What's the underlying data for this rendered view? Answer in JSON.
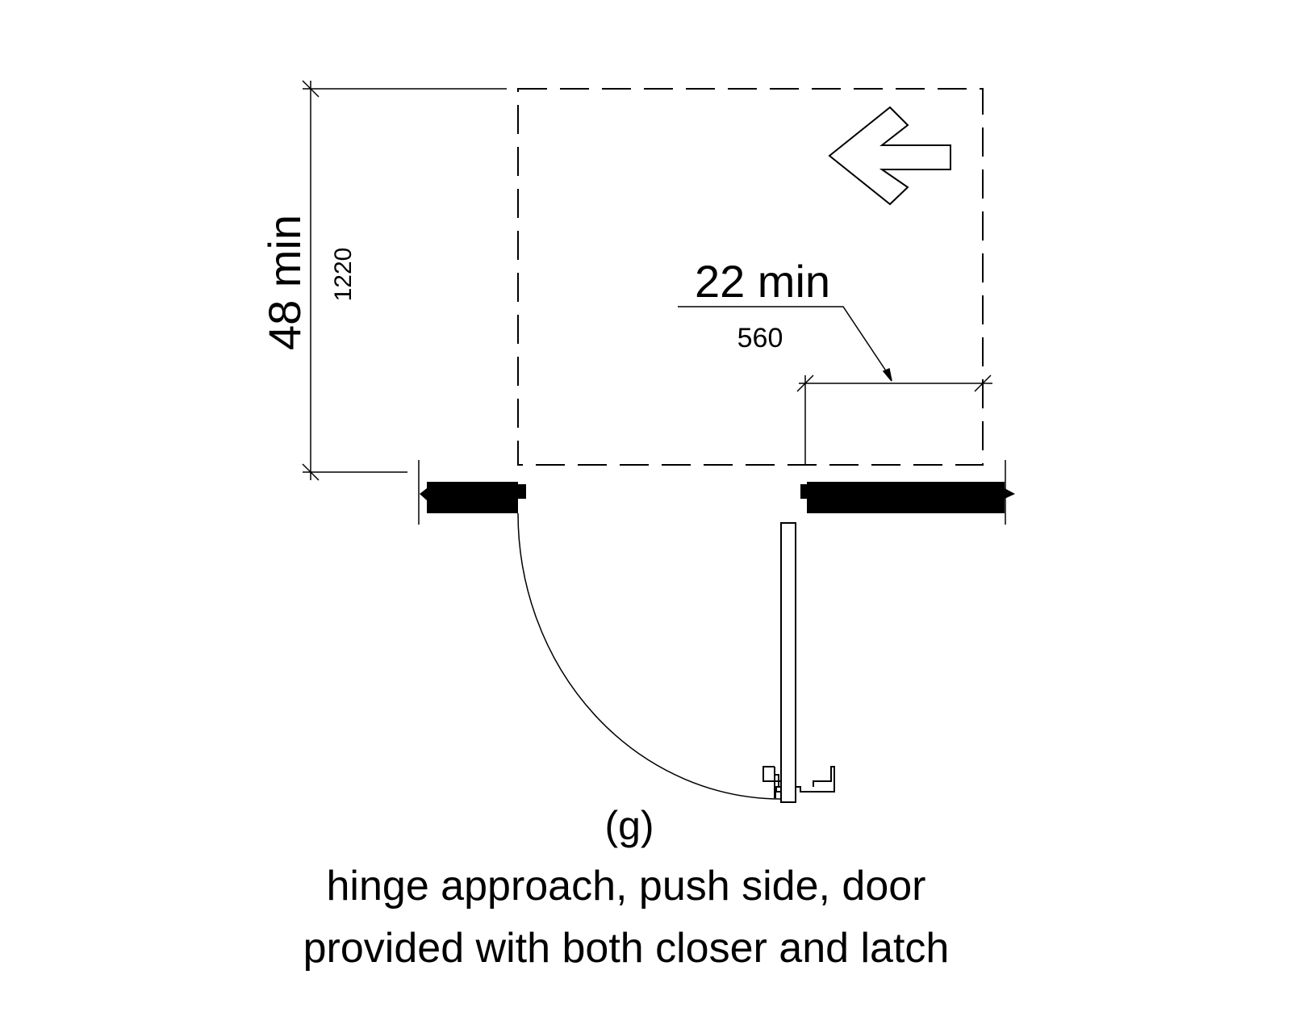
{
  "dimensions": {
    "depth": {
      "imperial": "48 min",
      "metric": "1220"
    },
    "latch_side": {
      "imperial": "22 min",
      "metric": "560"
    }
  },
  "figure_label": "(g)",
  "caption": [
    "hinge approach, push side, door",
    "provided with both closer and latch"
  ],
  "colors": {
    "line": "#000000",
    "background": "#ffffff"
  }
}
